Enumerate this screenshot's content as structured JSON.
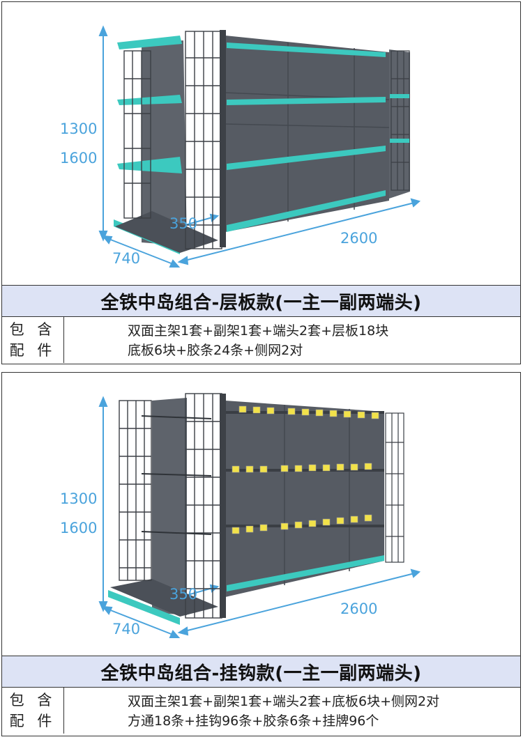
{
  "colors": {
    "accent": "#3cc9bf",
    "frame": "#4b5058",
    "dimension": "#4aa3dc",
    "title_bg": "#dde3f5"
  },
  "product_a": {
    "title": "全铁中岛组合-层板款(一主一副两端头)",
    "dims": {
      "h1": "1300",
      "h2": "1600",
      "depth": "350",
      "side": "740",
      "length": "2600"
    },
    "spec_label": [
      "包 含",
      "配 件"
    ],
    "spec_lines": [
      "双面主架1套+副架1套+端头2套+层板18块",
      "底板6块+胶条24条+侧网2对"
    ]
  },
  "product_b": {
    "title": "全铁中岛组合-挂钩款(一主一副两端头)",
    "dims": {
      "h1": "1300",
      "h2": "1600",
      "depth": "350",
      "side": "740",
      "length": "2600"
    },
    "spec_label": [
      "包 含",
      "配 件"
    ],
    "spec_lines": [
      "双面主架1套+副架1套+端头2套+底板6块+侧网2对",
      "方通18条+挂钩96条+胶条6条+挂牌96个"
    ]
  }
}
